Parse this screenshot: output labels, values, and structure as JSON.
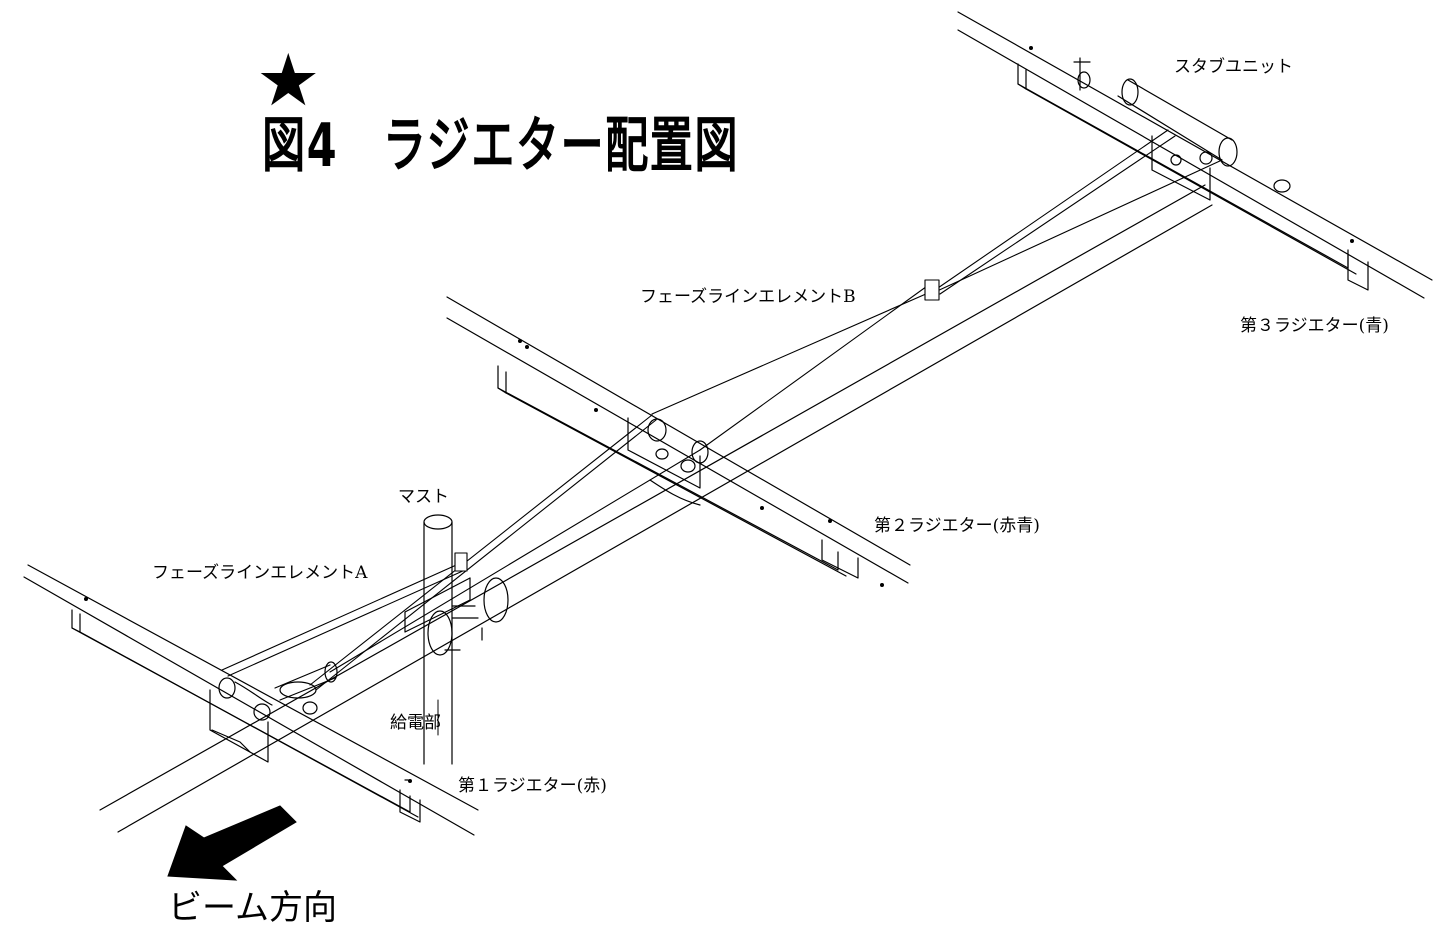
{
  "title": {
    "star": "★",
    "text": "図4　ラジエター配置図"
  },
  "labels": {
    "stub_unit": "スタブユニット",
    "phase_line_b": "フェーズラインエレメントB",
    "radiator_3": "第３ラジエター(青)",
    "mast": "マスト",
    "radiator_2": "第２ラジエター(赤青)",
    "phase_line_a": "フェーズラインエレメントA",
    "feed_point": "給電部",
    "radiator_1": "第１ラジエター(赤)"
  },
  "beam_direction": "ビーム方向",
  "colors": {
    "line": "#000000",
    "background": "#ffffff"
  }
}
